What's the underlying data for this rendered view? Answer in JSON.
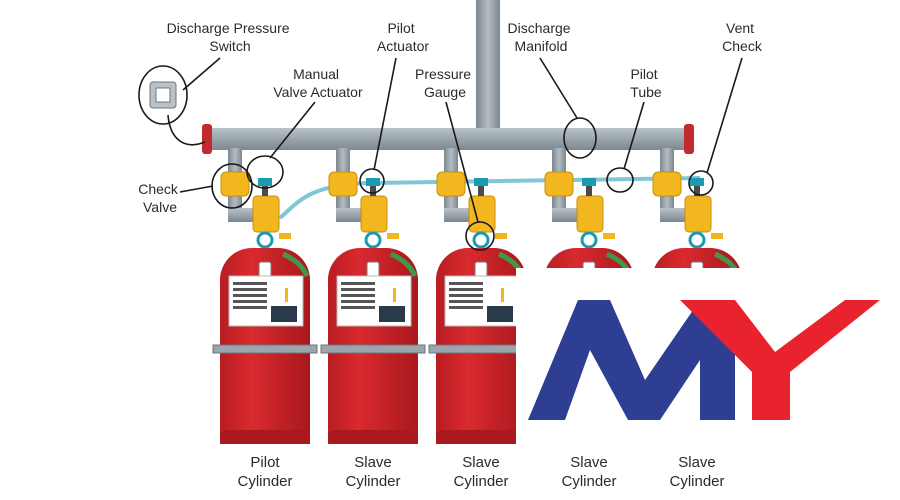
{
  "labels": {
    "discharge_pressure_switch": [
      "Discharge Pressure",
      "Switch"
    ],
    "manual_valve_actuator": [
      "Manual",
      "Valve Actuator"
    ],
    "pilot_actuator": [
      "Pilot",
      "Actuator"
    ],
    "pressure_gauge": [
      "Pressure",
      "Gauge"
    ],
    "discharge_manifold": [
      "Discharge",
      "Manifold"
    ],
    "pilot_tube": [
      "Pilot",
      "Tube"
    ],
    "vent_check": [
      "Vent",
      "Check"
    ],
    "check_valve": [
      "Check",
      "Valve"
    ]
  },
  "cylinders": [
    {
      "line1": "Pilot",
      "line2": "Cylinder"
    },
    {
      "line1": "Slave",
      "line2": "Cylinder"
    },
    {
      "line1": "Slave",
      "line2": "Cylinder"
    },
    {
      "line1": "Slave",
      "line2": "Cylinder"
    },
    {
      "line1": "Slave",
      "line2": "Cylinder"
    }
  ],
  "logo": {
    "text": "MY",
    "m_color": "#2e3f93",
    "y_color": "#e8232d"
  },
  "colors": {
    "cylinder_red": "#d6262b",
    "pipe_gray": "#9aa5ad",
    "valve_yellow": "#f2b71e",
    "pilot_tube_blue": "#7fc7d8"
  }
}
